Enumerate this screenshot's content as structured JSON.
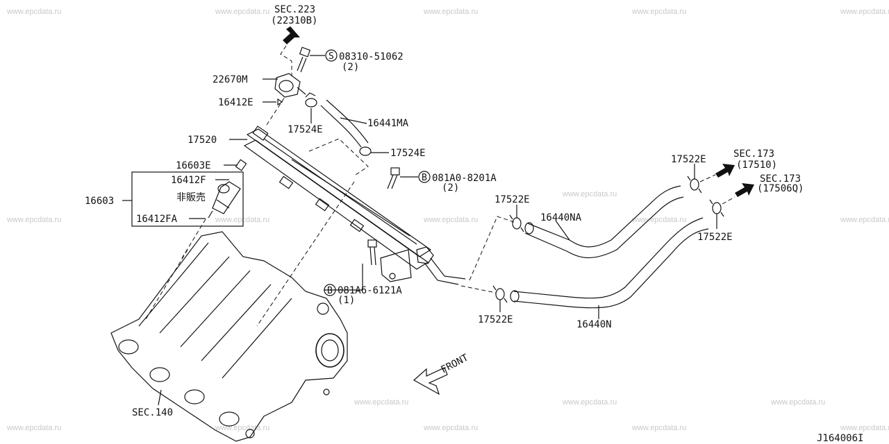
{
  "watermark": "www.epcdata.ru",
  "diagram_id": "J164006I",
  "labels": {
    "sec223": "SEC.223",
    "sec223_ref": "(22310B)",
    "bolt1": "08310-51062",
    "bolt1_qty": "(2)",
    "p22670M": "22670M",
    "p16412E": "16412E",
    "p17524E_a": "17524E",
    "p16441MA": "16441MA",
    "p17520": "17520",
    "p17524E_b": "17524E",
    "bolt2": "081A0-8201A",
    "bolt2_qty": "(2)",
    "p16603E": "16603E",
    "p16412F": "16412F",
    "p16603": "16603",
    "not_for_sale": "非販売",
    "p16412FA": "16412FA",
    "bolt3": "081A6-6121A",
    "bolt3_qty": "(1)",
    "sec140": "SEC.140",
    "front": "FRONT",
    "p17522E_a": "17522E",
    "p17522E_b": "17522E",
    "p17522E_c": "17522E",
    "p17522E_d": "17522E",
    "p16440NA": "16440NA",
    "p16440N": "16440N",
    "sec173a": "SEC.173",
    "sec173a_ref": "(17510)",
    "sec173b": "SEC.173",
    "sec173b_ref": "(17506Q)",
    "s_mark": "S",
    "b_mark": "B"
  }
}
